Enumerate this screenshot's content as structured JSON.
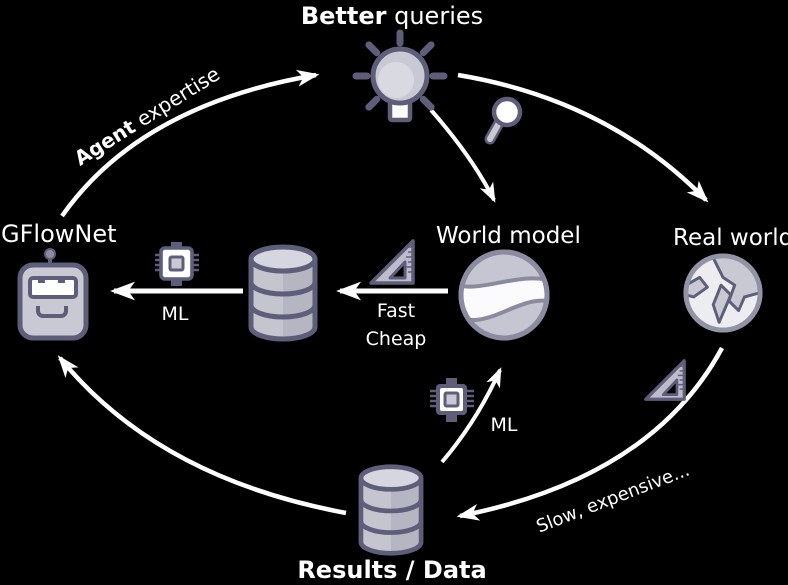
{
  "palette": {
    "background": "#000000",
    "icon_outline": "#5e5e7a",
    "icon_fill": "#c9c9d4",
    "icon_fill_light": "#d9d9e2",
    "globe_rim": "#8b8ba0",
    "arrow_color": "#ffffff",
    "text_color": "#ffffff"
  },
  "nodes": {
    "better_queries": {
      "label_bold": "Better",
      "label_rest": " queries",
      "icon": "lightbulb-icon"
    },
    "gflownet": {
      "label": "GFlowNet",
      "icon": "robot-icon"
    },
    "world_model": {
      "label": "World model",
      "icon": "globe-swoosh-icon"
    },
    "real_world": {
      "label": "Real world",
      "icon": "earth-icon"
    },
    "buffer_database": {
      "icon": "database-icon"
    },
    "results_data": {
      "label": "Results / Data",
      "icon": "database-icon"
    }
  },
  "edges": {
    "agent_expertise": {
      "label_bold": "Agent",
      "label_rest": " expertise"
    },
    "queries_to_world_model": {
      "icon": "magnifier-icon"
    },
    "world_to_buffer": {
      "label_line1": "Fast",
      "label_line2": "Cheap",
      "icon": "ruler-icon"
    },
    "buffer_to_gflownet": {
      "label": "ML",
      "icon": "chip-icon"
    },
    "real_to_results": {
      "label": "Slow, expensive...",
      "icon": "ruler-icon"
    },
    "results_to_world": {
      "label": "ML",
      "icon": "chip-icon"
    }
  }
}
